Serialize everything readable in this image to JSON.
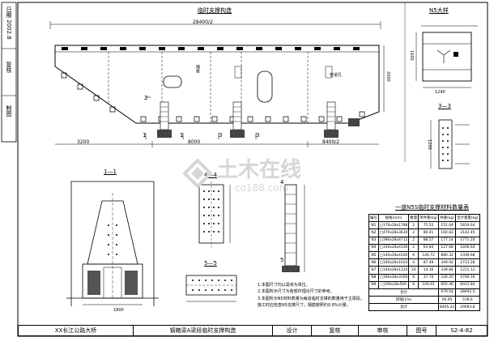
{
  "titles": {
    "main_view": "临时支撑构造",
    "small_view": "N5大样",
    "section_33": "3—3",
    "section_11": "1—1",
    "section_44": "4—4",
    "section_55": "5—5",
    "table_title": "一道N5S临时支撑材料数量表"
  },
  "side_labels": {
    "top": "日期 2002.8",
    "middle": "复核",
    "bottom": "制图"
  },
  "dimensions": {
    "main_top": "28400/2",
    "main_bottom_left": "3200",
    "main_bottom_mid": "8000",
    "main_bottom_right": "8400/2",
    "main_right_height": "2000",
    "sec11_bottom": "1800",
    "n5_bottom": "1240",
    "n5_left": "1600",
    "sec33_left": "1200"
  },
  "markers": {
    "cut1": "1",
    "cut2": "2",
    "cut3": "3",
    "cut4": "4",
    "cut5": "5"
  },
  "main_annotations": {
    "label_left": "隔板",
    "label_right": "管道孔"
  },
  "notes": [
    "1.本图尺寸均以毫米为单位。",
    "2.本图所示尺寸为各部件理论尺寸的参考。",
    "3.本图所示N5材料数量为每道临时支撑的数量用于主梁段。",
    "施工时应检查N5支撑尺寸，钢筋按照约0.8%计量。"
  ],
  "table": {
    "headers": [
      "编号",
      "规格(mm)",
      "数量",
      "单件重(kg)",
      "共重(kg)",
      "合计重量(kg)"
    ],
    "rows": [
      [
        "N1",
        "□170x28x1788",
        "2",
        "75.52",
        "151.04",
        "5819.64"
      ],
      [
        "N2",
        "□470x28x3630",
        "2",
        "80.41",
        "160.82",
        "3142.45"
      ],
      [
        "N3",
        "□390x28x4715",
        "2",
        "88.57",
        "177.14",
        "1771.20"
      ],
      [
        "N4",
        "□330x28x4100",
        "2",
        "63.84",
        "127.68",
        "1836.64"
      ],
      [
        "N5",
        "□140x28x4100",
        "6",
        "146.72",
        "880.32",
        "2339.68"
      ],
      [
        "N6",
        "□140x28x1024",
        "4",
        "87.48",
        "349.92",
        "2713.28"
      ],
      [
        "N7",
        "□140x28x1120",
        "24",
        "14.16",
        "339.84",
        "1211.12"
      ],
      [
        "N8",
        "□160x28x3100",
        "6",
        "37.70",
        "226.20",
        "4746.16"
      ],
      [
        "N9",
        "□190x28x500",
        "6",
        "100.91",
        "605.46",
        "6015.84"
      ]
    ],
    "total_label": "合计",
    "total_values": [
      "679.54",
      "28492.5"
    ],
    "weld_label": "焊缝(1%)",
    "weld_values": [
      "94.95",
      "578.6"
    ],
    "grand_label": "总计",
    "grand_values": [
      "8405.22",
      "29093.8"
    ]
  },
  "titlebar": {
    "project": "XX长江公路大桥",
    "drawing": "钢箱梁A梁段临时支撑构造",
    "design": "设计",
    "review": "复核",
    "approve": "审核",
    "number_label": "图号",
    "number": "S2-4-82"
  },
  "watermark": {
    "text": "土木在线",
    "url": "co188.com"
  },
  "colors": {
    "line": "#000000",
    "watermark": "#d6d6d6"
  }
}
